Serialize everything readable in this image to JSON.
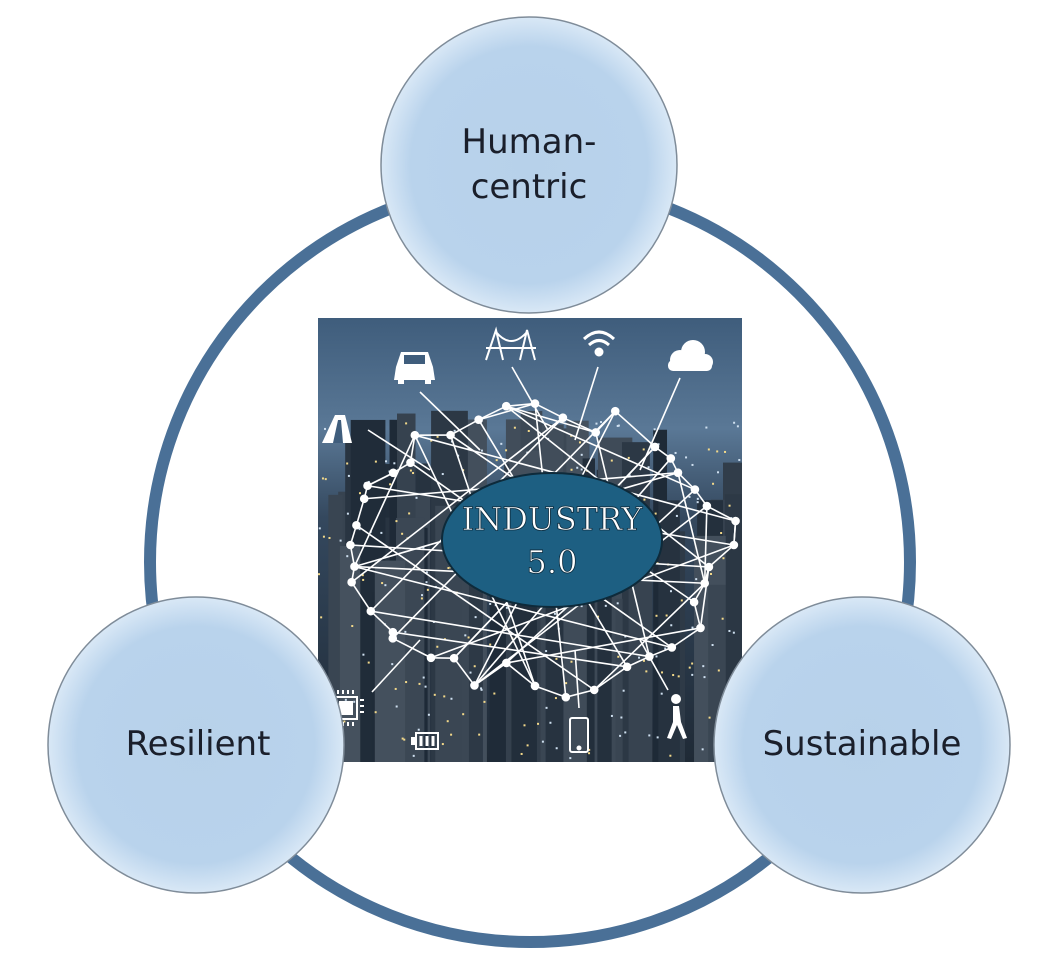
{
  "center": {
    "title_line1": "INDUSTRY",
    "title_line2": "5.0",
    "ellipse_color": "#1d5f82"
  },
  "pillars": [
    {
      "lines": [
        "Human-",
        "centric"
      ]
    },
    {
      "lines": [
        "Resilient"
      ]
    },
    {
      "lines": [
        "Sustainable"
      ]
    }
  ],
  "colors": {
    "ring": "#4a7097",
    "bubble": "#b9d3ec",
    "bubble_edge": "#7f8c99",
    "sky": "#3e5a78"
  },
  "icons": [
    "road-icon",
    "car-icon",
    "bridge-icon",
    "wifi-icon",
    "cloud-icon",
    "chip-icon",
    "battery-icon",
    "phone-icon",
    "walking-person-icon"
  ]
}
